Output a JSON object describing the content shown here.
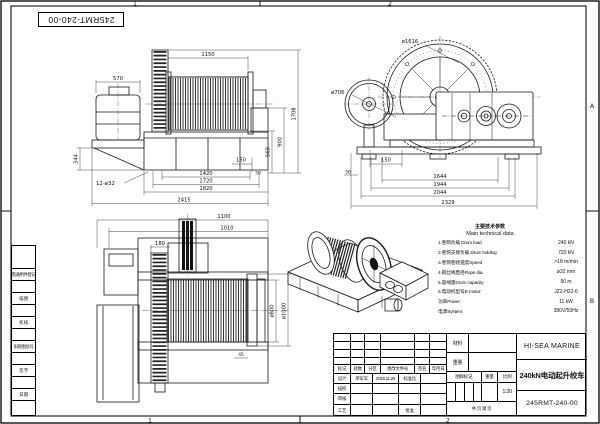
{
  "drawing": {
    "number_top": "245RMT-240-00"
  },
  "zones": {
    "top": [
      "1",
      "2"
    ],
    "bottom": [
      "1",
      "2"
    ],
    "right": [
      "A",
      "B"
    ]
  },
  "margin_strip": [
    "借通用件登记",
    "描 图",
    "校 核",
    "旧底图总号",
    "签 字",
    "日 期"
  ],
  "tech": {
    "title_cn": "主要技术参数",
    "title_en": "Main technical data",
    "rows": [
      {
        "label": "1.卷筒负载 Drum load",
        "value": "240 kN"
      },
      {
        "label": "2.卷筒支撑负载 Drum holding",
        "value": "720 kN"
      },
      {
        "label": "3.卷筒卷绕速度Speed",
        "value": ">18 m/min"
      },
      {
        "label": "4.钢丝绳直径Rope dia.",
        "value": "ø32 mm"
      },
      {
        "label": "5.容绳量Drum capacity",
        "value": "90 m"
      },
      {
        "label": "6.电动机型号E-motor:",
        "value": "JZ2-H32-6"
      },
      {
        "label": "功率Power:",
        "value": "11 kW"
      },
      {
        "label": "电源System:",
        "value": "380V/50Hz"
      }
    ]
  },
  "title_block": {
    "material_label": "材料",
    "weight_label": "重量",
    "stamp_label": "图样标记",
    "weight2_label": "重量",
    "scale_label": "比例",
    "scale_value": "1:20",
    "sheet_label": "共  页 第  页",
    "rev_headers": [
      "标记",
      "处数",
      "分区",
      "更改文件号",
      "签名",
      "年月日"
    ],
    "rows": [
      {
        "role": "设计",
        "name": "单军军",
        "date": "2016.11.25",
        "extra": "标准化"
      },
      {
        "role": "描校",
        "name": "",
        "date": "",
        "extra": ""
      },
      {
        "role": "审核",
        "name": "",
        "date": "",
        "extra": ""
      },
      {
        "role": "工艺",
        "name": "",
        "date": "",
        "extra": "批准"
      }
    ],
    "company": "HI-SEA MARINE",
    "product": "240kN电动起升绞车",
    "drawing_no": "245RMT-240-00"
  },
  "views": {
    "front": {
      "dims": [
        "570",
        "1150",
        "344",
        "12-ø32",
        "150",
        "50",
        "1420",
        "1720",
        "1820",
        "2415",
        "569",
        "900",
        "1708"
      ]
    },
    "side": {
      "dims": [
        "ø1616",
        "ø706",
        "150",
        "50",
        "1644",
        "1944",
        "2044",
        "2329"
      ]
    },
    "plan": {
      "dims": [
        "1100",
        "1010",
        "180",
        "ø800",
        "ø1000",
        "45"
      ]
    }
  }
}
